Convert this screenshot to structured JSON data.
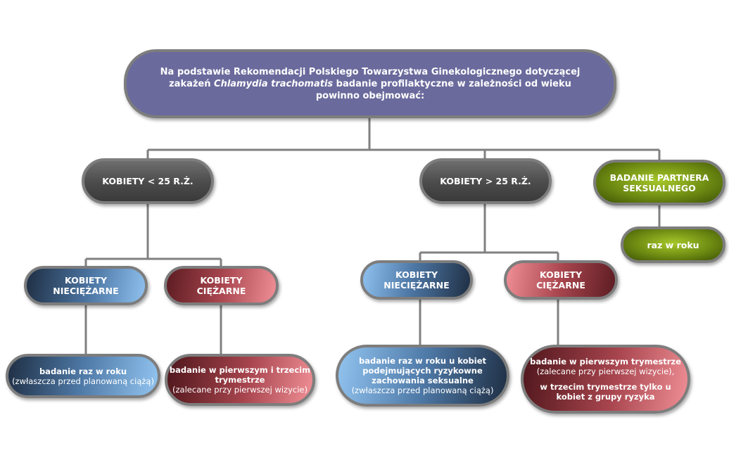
{
  "root": {
    "line1": "Na podstawie Rekomendacji Polskiego Towarzystwa Ginekologicznego dotyczącej",
    "line2_pre": "zakażeń ",
    "line2_italic": "Chlamydia trachomatis",
    "line2_post": " badanie profilaktyczne w zależności od wieku",
    "line3": "powinno obejmować:"
  },
  "groups": {
    "under25": "KOBIETY < 25 R.Ż.",
    "over25": "KOBIETY > 25 R.Ż.",
    "partner_line1": "BADANIE PARTNERA",
    "partner_line2": "SEKSUALNEGO"
  },
  "under25": {
    "nonpregnant_line1": "KOBIETY",
    "nonpregnant_line2": "NIECIĘŻARNE",
    "pregnant_line1": "KOBIETY",
    "pregnant_line2": "CIĘŻARNE",
    "nonpregnant_leaf_line1": "badanie raz w roku",
    "nonpregnant_leaf_note": "(zwłaszcza przed planowaną ciążą)",
    "pregnant_leaf_line1": "badanie w pierwszym i trzecim",
    "pregnant_leaf_line2": "trymestrze",
    "pregnant_leaf_note": "(zalecane przy pierwszej wizycie)"
  },
  "over25": {
    "nonpregnant_line1": "KOBIETY",
    "nonpregnant_line2": "NIECIĘŻARNE",
    "pregnant_line1": "KOBIETY",
    "pregnant_line2": "CIĘŻARNE",
    "nonpregnant_leaf_line1": "badanie raz w roku u kobiet",
    "nonpregnant_leaf_line2": "podejmujących ryzykowne",
    "nonpregnant_leaf_line3": "zachowania seksualne",
    "nonpregnant_leaf_note": "(zwłaszcza przed planowaną ciążą)",
    "pregnant_leaf_line1": "badanie w pierwszym trymestrze",
    "pregnant_leaf_note": "(zalecane przy pierwszej wizycie),",
    "pregnant_leaf_line2": "w trzecim trymestrze tylko u",
    "pregnant_leaf_line3": "kobiet z grupy ryzyka"
  },
  "partner": {
    "leaf": "raz w roku"
  },
  "colors": {
    "root": "#6a6a9d",
    "group_gray": "#4b4b4b",
    "partner_green": "#6e8b12",
    "blue": "#4e78a6",
    "red": "#a8454e",
    "connector": "#808080"
  }
}
